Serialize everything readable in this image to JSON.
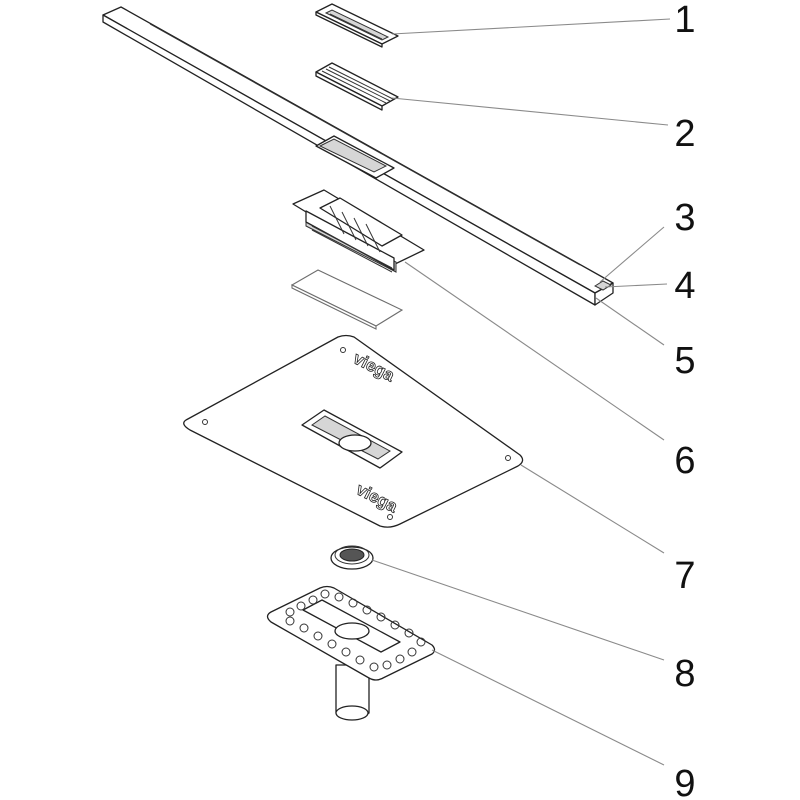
{
  "callouts": [
    {
      "id": 1,
      "label": "1"
    },
    {
      "id": 2,
      "label": "2"
    },
    {
      "id": 3,
      "label": "3"
    },
    {
      "id": 4,
      "label": "4"
    },
    {
      "id": 5,
      "label": "5"
    },
    {
      "id": 6,
      "label": "6"
    },
    {
      "id": 7,
      "label": "7"
    },
    {
      "id": 8,
      "label": "8"
    },
    {
      "id": 9,
      "label": "9"
    }
  ],
  "brand": {
    "logo_top": "viega",
    "logo_bottom": "viega"
  },
  "colors": {
    "line": "#222222",
    "leader": "#8a8a8a",
    "background": "#ffffff"
  }
}
